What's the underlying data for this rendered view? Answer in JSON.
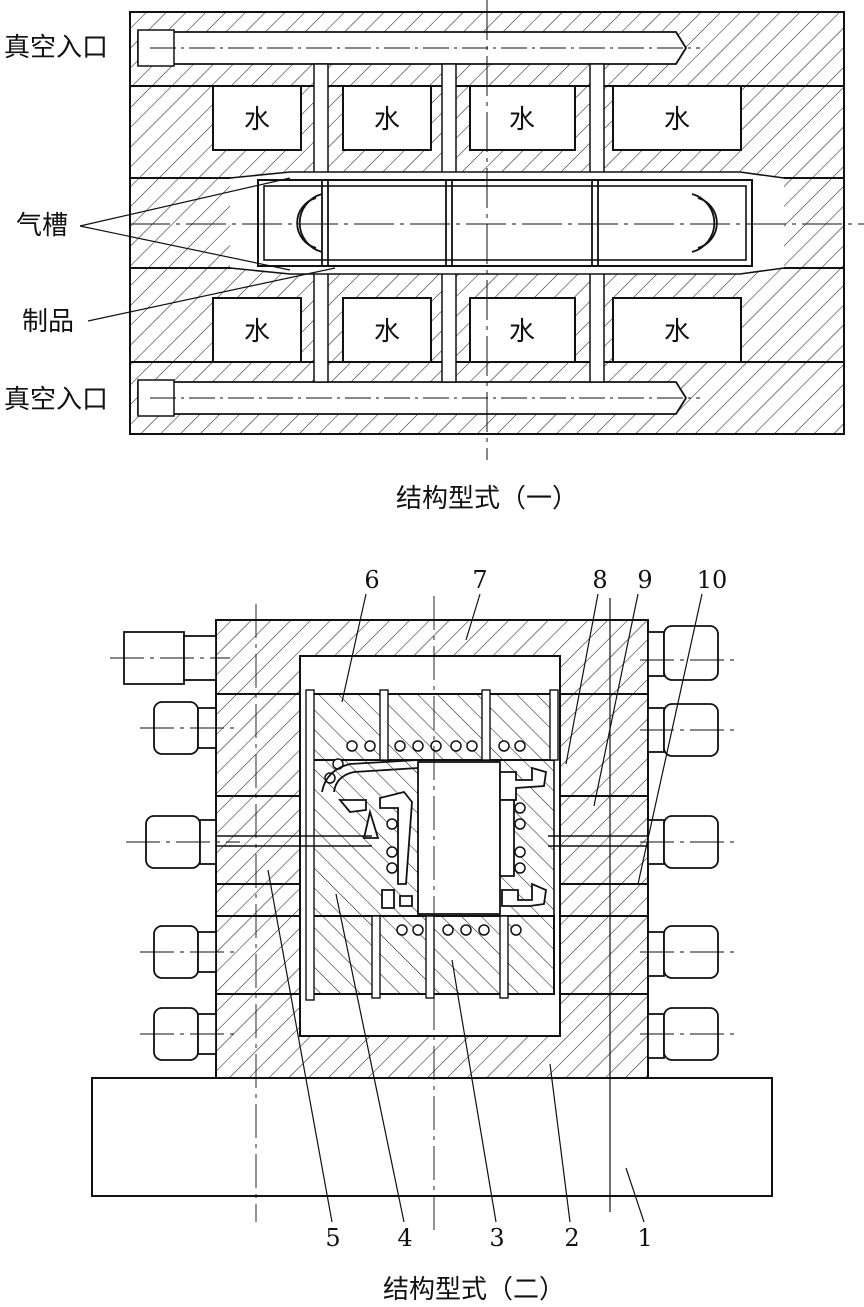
{
  "figure1": {
    "caption": "结构型式（一）",
    "vacuum_top": "真空入口",
    "vacuum_bottom": "真空入口",
    "air_groove": "气槽",
    "product": "制品",
    "water_top": [
      "水",
      "水",
      "水",
      "水"
    ],
    "water_bottom": [
      "水",
      "水",
      "水",
      "水"
    ]
  },
  "figure2": {
    "caption": "结构型式（二）",
    "top_numbers": [
      "6",
      "7",
      "8",
      "9",
      "10"
    ],
    "bottom_numbers": [
      "5",
      "4",
      "3",
      "2",
      "1"
    ]
  }
}
